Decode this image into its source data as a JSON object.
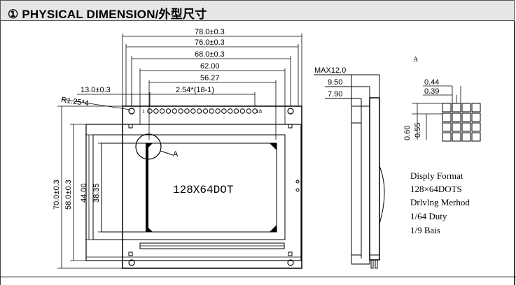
{
  "header": {
    "title": "① PHYSICAL  DIMENSION/外型尺寸"
  },
  "dimensions": {
    "width_outer": "78.0±0.3",
    "width_2": "76.0±0.3",
    "width_3": "68.0±0.3",
    "width_4": "62.00",
    "width_5": "56.27",
    "pitch": "2.54*(18-1)",
    "pin_offset": "13.0±0.3",
    "corner_radius": "R1.25*4",
    "pin_1": "1",
    "pin_18": "18",
    "height_outer": "70.0±0.3",
    "height_2": "58.0±0.3",
    "height_3": "44.00",
    "height_4": "38.35",
    "detail_ref": "A",
    "side_max": "MAX12.0",
    "side_1": "9.50",
    "side_2": "7.90"
  },
  "screen_label": "128X64DOT",
  "detail": {
    "title": "A",
    "dot_w1": "0.44",
    "dot_w2": "0.39",
    "dot_h1": "0.60",
    "dot_h2": "0.55"
  },
  "specs": [
    "Disply Format",
    "128×64DOTS",
    "Drlvlng Merhod",
    "1/64   Duty",
    "1/9  Bais"
  ]
}
